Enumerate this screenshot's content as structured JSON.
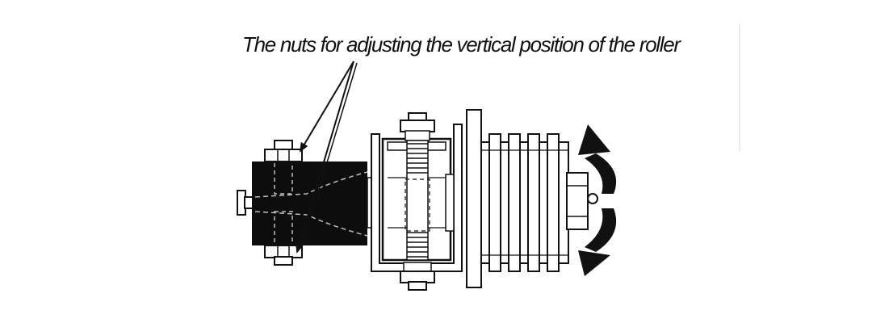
{
  "annotation": {
    "label": "The nuts for adjusting the vertical position of the roller"
  },
  "parts": {
    "roller_block": "roller-block",
    "adjusting_nuts": [
      "top-adjusting-nut",
      "bottom-adjusting-nut"
    ],
    "bracket": "u-bracket",
    "shaft": "threaded-shaft",
    "flange": "mounting-flange",
    "fin_pack": "cooling-fins",
    "end_nut": "shaft-end-nut"
  },
  "colors": {
    "ink": "#111111",
    "roller": "#0d0d0d",
    "background": "#ffffff"
  },
  "icons": {
    "rotation": "curved-double-arrow-icon",
    "pointer": "leader-arrow-icon"
  }
}
